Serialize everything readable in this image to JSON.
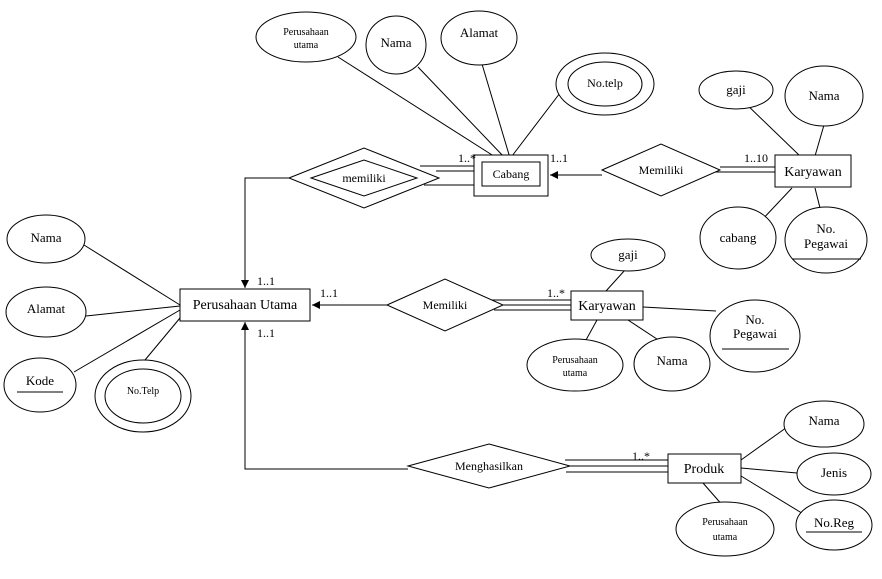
{
  "entities": {
    "perusahaan_utama": "Perusahaan Utama",
    "cabang": "Cabang",
    "karyawan_cabang": "Karyawan",
    "karyawan_pusat": "Karyawan",
    "produk": "Produk"
  },
  "relationships": {
    "memiliki_cabang": "memiliki",
    "memiliki_karyawan_cabang": "Memiliki",
    "memiliki_karyawan_pusat": "Memiliki",
    "menghasilkan": "Menghasilkan"
  },
  "cardinalities": {
    "cabang_left": "1..*",
    "cabang_right": "1..1",
    "karyawan_cabang": "1..10",
    "pu_top": "1..1",
    "pu_right": "1..1",
    "pu_bottom": "1..1",
    "karyawan_pusat": "1..*",
    "produk": "1..*"
  },
  "attributes": {
    "cabang_perusahaan_line1": "Perusahaan",
    "cabang_perusahaan_line2": "utama",
    "cabang_nama": "Nama",
    "cabang_alamat": "Alamat",
    "cabang_notelp": "No.telp",
    "kc_gaji": "gaji",
    "kc_nama": "Nama",
    "kc_cabang": "cabang",
    "kc_nopegawai_line1": "No.",
    "kc_nopegawai_line2": "Pegawai",
    "pu_nama": "Nama",
    "pu_alamat": "Alamat",
    "pu_kode": "Kode",
    "pu_notelp": "No.Telp",
    "kp_gaji": "gaji",
    "kp_nopegawai_line1": "No.",
    "kp_nopegawai_line2": "Pegawai",
    "kp_perusahaan_line1": "Perusahaan",
    "kp_perusahaan_line2": "utama",
    "kp_nama": "Nama",
    "pr_nama": "Nama",
    "pr_jenis": "Jenis",
    "pr_noreg": "No.Reg",
    "pr_perusahaan_line1": "Perusahaan",
    "pr_perusahaan_line2": "utama"
  }
}
